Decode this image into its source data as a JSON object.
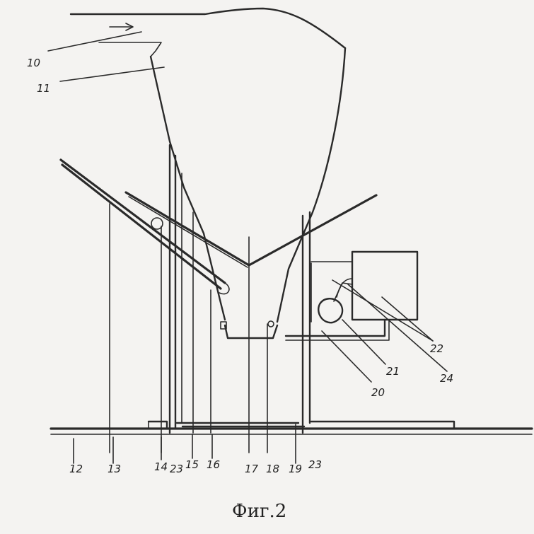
{
  "caption": "Фиг.2",
  "labels": [
    "10",
    "11",
    "12",
    "13",
    "14",
    "23",
    "15",
    "16",
    "17",
    "18",
    "19",
    "23",
    "20",
    "21",
    "22",
    "24"
  ]
}
